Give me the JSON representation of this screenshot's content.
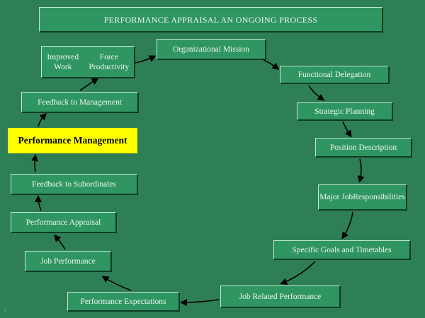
{
  "title": "PERFORMANCE APPRAISAL AN ONGOING PROCESS",
  "steps": [
    {
      "id": "organizational-mission",
      "lines": [
        "Organizational Mission"
      ]
    },
    {
      "id": "functional-delegation",
      "lines": [
        "Functional Delegation"
      ]
    },
    {
      "id": "strategic-planning",
      "lines": [
        "Strategic Planning"
      ]
    },
    {
      "id": "position-description",
      "lines": [
        "Position Description"
      ]
    },
    {
      "id": "major-job-responsibilities",
      "lines": [
        "Major Job",
        "Responsibilities"
      ]
    },
    {
      "id": "specific-goals-timetables",
      "lines": [
        "Specific Goals and Timetables"
      ]
    },
    {
      "id": "job-related-performance",
      "lines": [
        "Job Related Performance"
      ]
    },
    {
      "id": "performance-expectations",
      "lines": [
        "Performance Expectations"
      ]
    },
    {
      "id": "job-performance",
      "lines": [
        "Job Performance"
      ]
    },
    {
      "id": "performance-appraisal",
      "lines": [
        "Performance Appraisal"
      ]
    },
    {
      "id": "feedback-subordinates",
      "lines": [
        "Feedback to Subordinates"
      ]
    },
    {
      "id": "performance-management",
      "lines": [
        "Performance Management"
      ]
    },
    {
      "id": "feedback-management",
      "lines": [
        "Feedback to Management"
      ]
    },
    {
      "id": "improved-productivity",
      "lines": [
        "Improved Work",
        "Force Productivity"
      ]
    }
  ],
  "colors": {
    "background": "#2e7f55",
    "box": "#2f9561",
    "highlight": "#ffff00",
    "arrow": "#000000"
  }
}
